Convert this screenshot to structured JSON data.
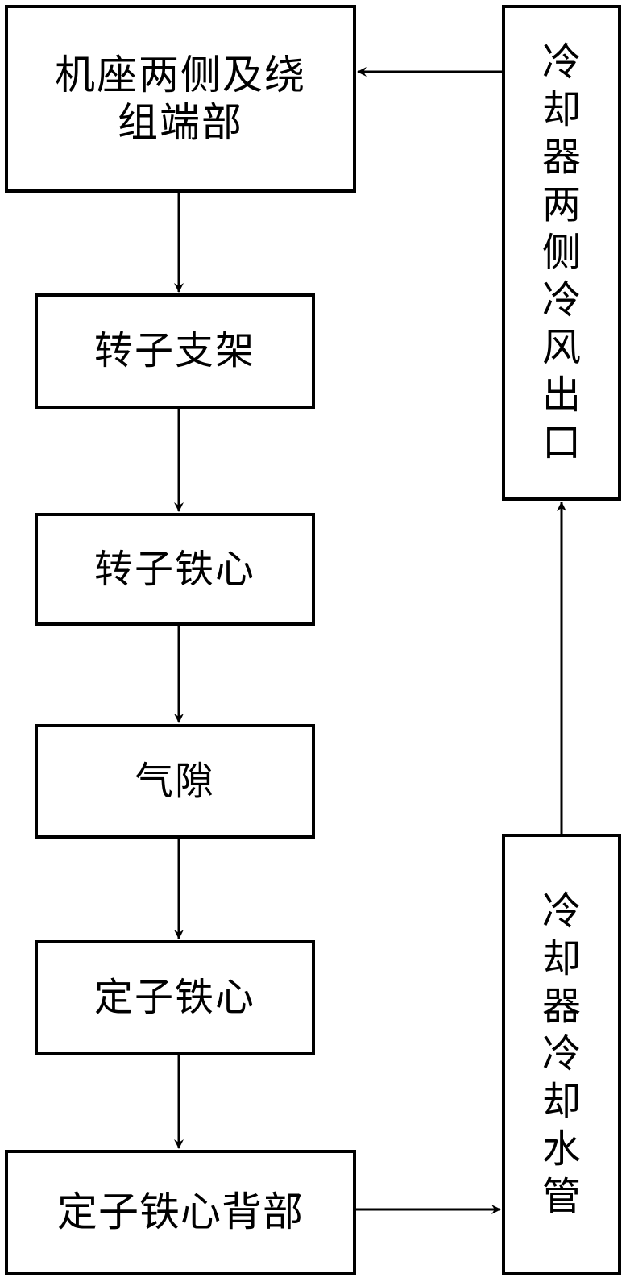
{
  "nodes": {
    "frame_ends": "机座两侧及绕组端部",
    "rotor_support": "转子支架",
    "rotor_core": "转子铁心",
    "air_gap": "气隙",
    "stator_core": "定子铁心",
    "stator_back": "定子铁心背部",
    "cooler_outlet": "冷却器两侧冷风出口",
    "cooler_pipe": "冷却器冷却水管"
  },
  "colors": {
    "line": "#000000",
    "background": "#ffffff"
  }
}
